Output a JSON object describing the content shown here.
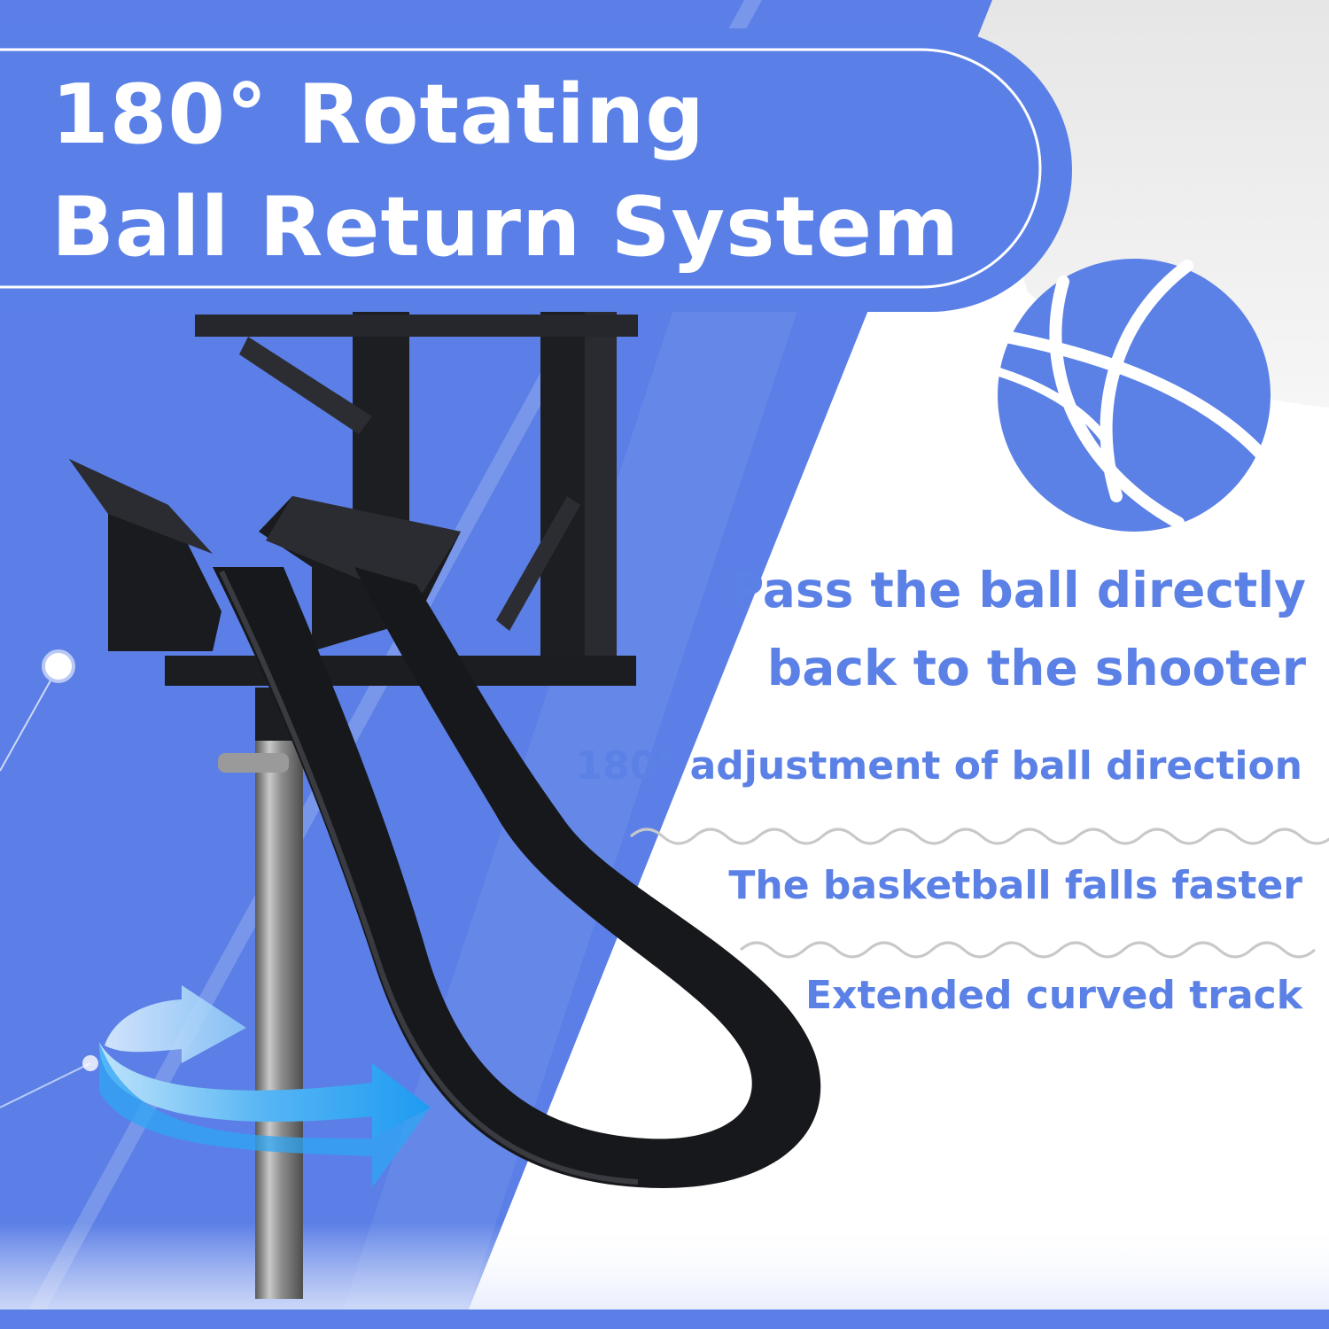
{
  "banner": {
    "title_line_1": "180° Rotating",
    "title_line_2": "Ball Return System"
  },
  "headline": {
    "line_1": "Pass the ball directly",
    "line_2": "back to the shooter"
  },
  "features": [
    {
      "text": "180° adjustment of ball direction"
    },
    {
      "text": "The basketball falls faster"
    },
    {
      "text": "Extended curved track"
    }
  ],
  "colors": {
    "brand_blue": "#5b81e6",
    "banner_blue": "#5a80e7",
    "arrow_blue": "#1e9bf2",
    "ball_icon": "#5b81e6",
    "product_black": "#1a1b1f",
    "pole_steel": "#8a8a8a"
  },
  "icons": [
    "basketball-icon",
    "rotate-arrow-icon"
  ]
}
